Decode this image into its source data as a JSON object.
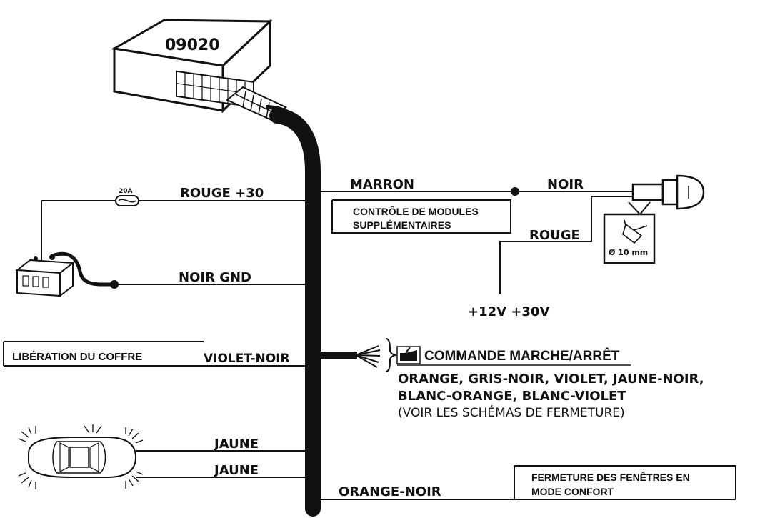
{
  "module": {
    "code": "09020"
  },
  "fuse": {
    "rating": "20A"
  },
  "wires": {
    "rouge_30": "ROUGE +30",
    "noir_gnd": "NOIR GND",
    "violet_noir": "VIOLET-NOIR",
    "jaune_1": "JAUNE",
    "jaune_2": "JAUNE",
    "orange_noir": "ORANGE-NOIR",
    "marron": "MARRON",
    "noir": "NOIR",
    "rouge": "ROUGE",
    "power": "+12V +30V"
  },
  "boxes": {
    "modules_line1": "CONTRÔLE DE MODULES",
    "modules_line2": "SUPPLÉMENTAIRES",
    "coffre": "LIBÉRATION DU COFFRE",
    "fenetres_line1": "FERMETURE DES FENÊTRES EN",
    "fenetres_line2": "MODE CONFORT"
  },
  "drill": {
    "diameter": "Ø 10 mm"
  },
  "lock": {
    "command": "COMMANDE MARCHE/ARRÊT",
    "colors_line1": "ORANGE, GRIS-NOIR, VIOLET, JAUNE-NOIR,",
    "colors_line2": "BLANC-ORANGE, BLANC-VIOLET",
    "note": "(VOIR LES SCHÉMAS DE FERMETURE)"
  },
  "icons": [
    "module-box",
    "connector",
    "fuse",
    "battery",
    "car",
    "led-button",
    "drill-bit",
    "pointer-hand"
  ]
}
